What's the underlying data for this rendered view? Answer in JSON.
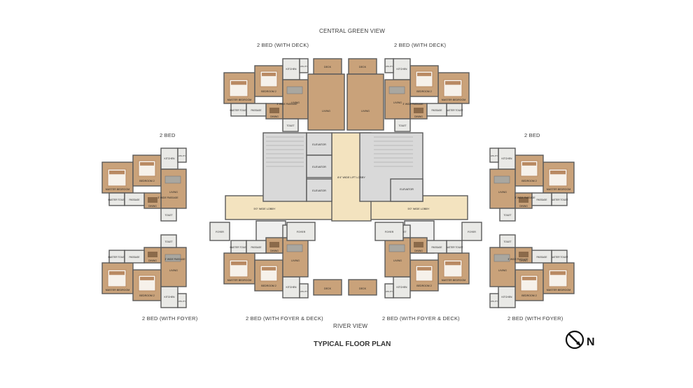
{
  "top_view": "CENTRAL GREEN VIEW",
  "bottom_view": "RIVER VIEW",
  "plan_title": "TYPICAL FLOOR PLAN",
  "compass": {
    "letter": "N",
    "icon": "north-arrow-icon"
  },
  "units": {
    "top_left": "2 BED (WITH DECK)",
    "top_right": "2 BED (WITH DECK)",
    "left_upper": "2 BED",
    "right_upper": "2 BED",
    "bottom_left": "2 BED (WITH FOYER)",
    "bottom_mid_left": "2 BED (WITH FOYER & DECK)",
    "bottom_mid_right": "2 BED (WITH FOYER & DECK)",
    "bottom_right": "2 BED (WITH FOYER)"
  },
  "core": {
    "lift_lobby": "8'4\" WIDE LIFT LOBBY",
    "elevator": "ELEVATOR",
    "wide_lobby_left": "5'0\" WIDE LOBBY",
    "wide_lobby_right": "5'0\" WIDE LOBBY"
  },
  "rooms": {
    "master_bedroom": "MASTER BEDROOM",
    "bedroom_2": "BEDROOM 2",
    "living": "LIVING",
    "dining": "DINING",
    "kitchen": "KITCHEN",
    "utility": "UTILITY",
    "toilet": "TOILET",
    "master_toilet": "MASTER TOILET",
    "deck": "DECK",
    "foyer": "FOYER",
    "passage": "PASSAGE",
    "wide_passage": "3' WIDE PASSAGE"
  },
  "colors": {
    "floor_wood": "#c9a27a",
    "lobby": "#f3e3bf",
    "wall": "#5a5a5a",
    "tile": "#e9e9e6",
    "bed": "#b98a63",
    "shaft": "#d9d9d9"
  }
}
